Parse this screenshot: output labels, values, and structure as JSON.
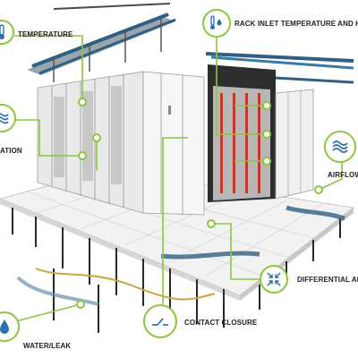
{
  "colors": {
    "accent": "#8dc63f",
    "icon": "#2b6fb0",
    "cabinet": "#ececec",
    "pipe": "#2f5f82"
  },
  "labels": {
    "temperature": "TEMPERATURE",
    "rack_inlet": "RACK INLET TEMPERATURE AND HUMIDITY",
    "humidity_ventilation": "ATION",
    "airflow": "AIRFLOW",
    "differential_air": "DIFFERENTIAL AIR PRESSURE",
    "contact_closure": "CONTACT CLOSURE",
    "water_leak": "WATER/LEAK"
  },
  "icons": {
    "temperature": "thermometer-icon",
    "rack_inlet": "thermometer-drops-icon",
    "ventilation": "waves-icon",
    "airflow": "airflow-waves-icon",
    "differential_air": "compress-arrows-icon",
    "contact_closure": "switch-icon",
    "water_leak": "water-drop-icon"
  }
}
